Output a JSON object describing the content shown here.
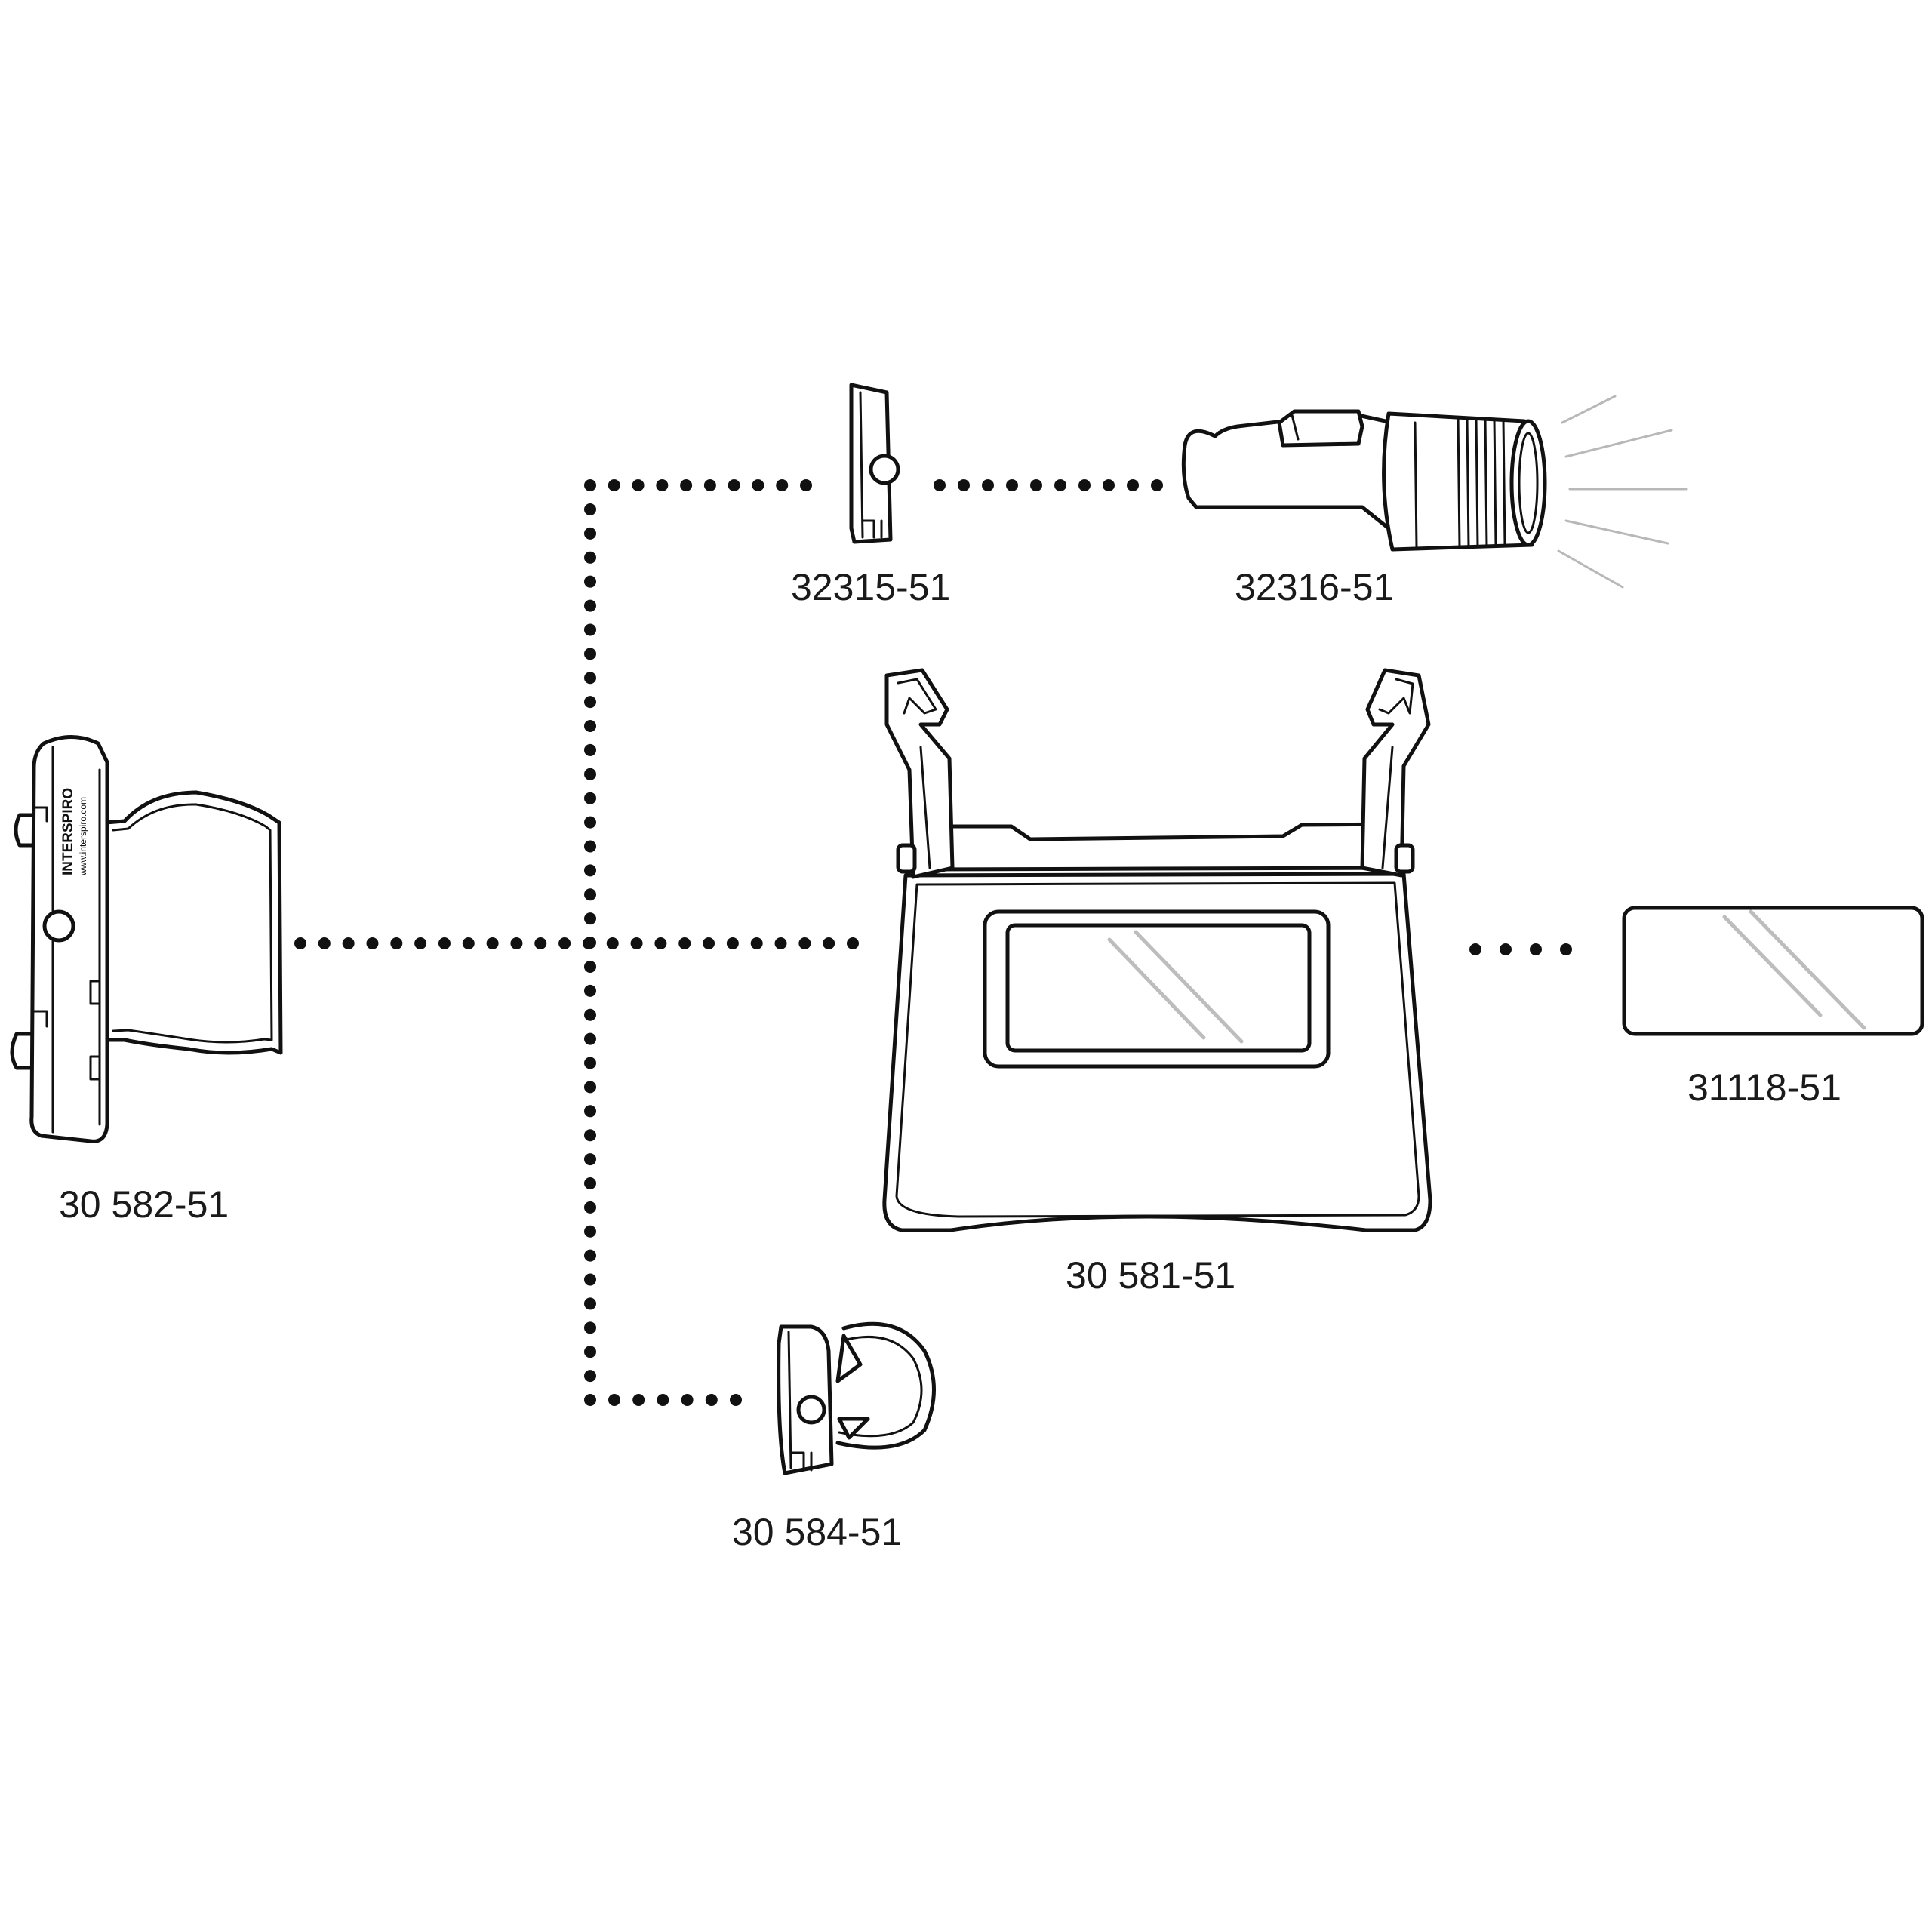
{
  "parts": [
    {
      "id": "clip-light-mount",
      "label": "32315-51"
    },
    {
      "id": "torch",
      "label": "32316-51"
    },
    {
      "id": "side-mount-bracket",
      "label": "30 582-51"
    },
    {
      "id": "visor-frame",
      "label": "30 581-51"
    },
    {
      "id": "visor-lens",
      "label": "31118-51"
    },
    {
      "id": "ring-clip",
      "label": "30 584-51"
    }
  ],
  "logo": {
    "brand": "INTERSPIRO",
    "url": "www.interspiro.com"
  },
  "colors": {
    "line": "#111111",
    "glare": "#bdbdbd",
    "background": "#ffffff"
  }
}
